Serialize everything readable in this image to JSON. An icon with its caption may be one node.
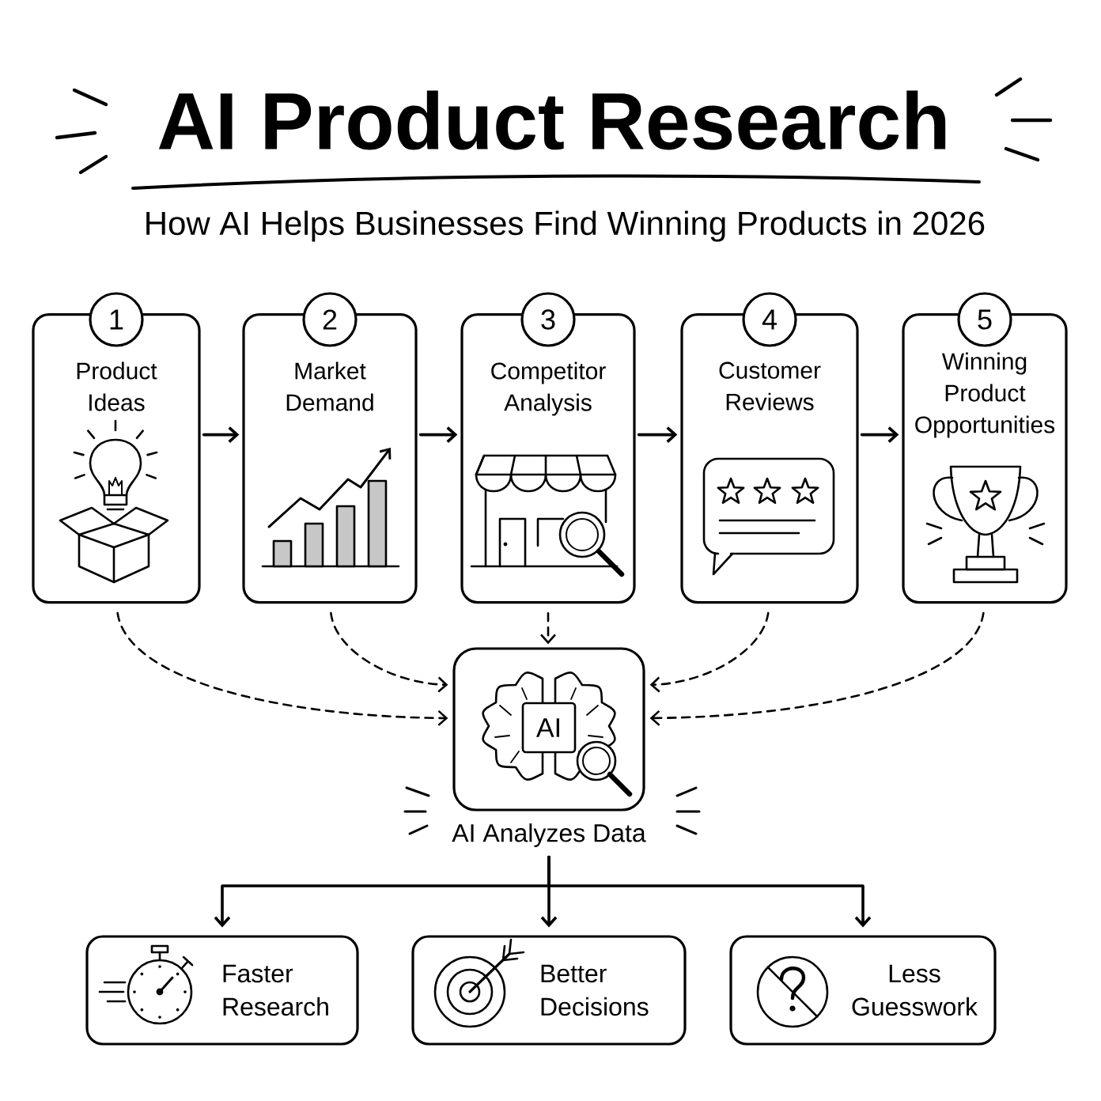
{
  "diagram": {
    "title": "AI Product Research",
    "nodes": [
      {
        "text": [
          "1"
        ]
      },
      {
        "text": [
          "Product Ideas"
        ]
      },
      {
        "text": [
          "2"
        ]
      },
      {
        "text": [
          "Market Demand"
        ]
      },
      {
        "text": [
          "3"
        ]
      },
      {
        "text": [
          "Competitor Analysis"
        ]
      },
      {
        "text": [
          "4"
        ]
      },
      {
        "text": [
          "Customer Reviews"
        ]
      },
      {
        "text": [
          "5"
        ]
      },
      {
        "text": [
          "Winning Product Opportunities"
        ]
      },
      {
        "text": [],
        "shape": "box",
        "beside": [
          "AI Analyzes Data"
        ]
      },
      {
        "text": [
          "AI"
        ],
        "in": 10
      },
      {
        "text": [
          "Faster Research"
        ]
      },
      {
        "text": [
          "Better Decisions"
        ]
      },
      {
        "text": [
          "Less Guesswork"
        ]
      }
    ],
    "edges": [
      {
        "from": 1,
        "to": 3,
        "arrow": "to"
      },
      {
        "from": 3,
        "to": 5,
        "arrow": "to"
      },
      {
        "from": 5,
        "to": 7,
        "arrow": "to"
      },
      {
        "from": 7,
        "to": 9,
        "arrow": "to"
      },
      {
        "from": 1,
        "to": 10,
        "arrow": "to",
        "style": "dashed"
      },
      {
        "from": 3,
        "to": 10,
        "arrow": "to",
        "style": "dashed"
      },
      {
        "from": 5,
        "to": 10,
        "arrow": "to",
        "style": "dashed"
      },
      {
        "from": 7,
        "to": 10,
        "arrow": "to",
        "style": "dashed"
      },
      {
        "from": 9,
        "to": 10,
        "arrow": "to",
        "style": "dashed"
      },
      {
        "from": 10,
        "to": 12,
        "arrow": "to"
      },
      {
        "from": 10,
        "to": 13,
        "arrow": "to"
      },
      {
        "from": 10,
        "to": 14,
        "arrow": "to"
      }
    ],
    "labels": [
      "How AI Helps Businesses Find Winning Products in 2026"
    ]
  }
}
